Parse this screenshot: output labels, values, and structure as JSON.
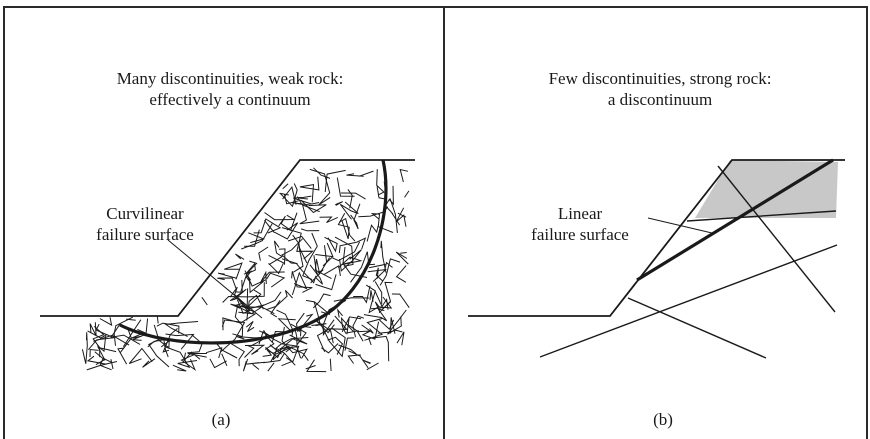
{
  "panel_a": {
    "caption_line1": "Many discontinuities, weak rock:",
    "caption_line2": "effectively a continuum",
    "label_line1": "Curvilinear",
    "label_line2": "failure surface",
    "sublabel": "(a)"
  },
  "panel_b": {
    "caption_line1": "Few discontinuities, strong rock:",
    "caption_line2": "a discontinuum",
    "label_line1": "Linear",
    "label_line2": "failure surface",
    "sublabel": "(b)"
  },
  "colors": {
    "line": "#1a1a1a",
    "block_fill": "#c8c8c8"
  }
}
